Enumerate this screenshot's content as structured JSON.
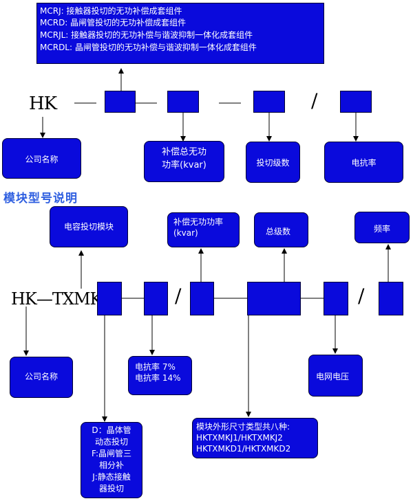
{
  "legend": {
    "lines": [
      "MCRJ:  接触器投切的无功补偿成套组件",
      "MCRD:  晶闸管投切的无功补偿成套组件",
      "MCRJL:  接触器投切的无功补偿与谐波抑制一体化成套组件",
      "MCRDL:  晶闸管投切的无功补偿与谐波抑制一体化成套组件"
    ]
  },
  "upper": {
    "prefix": "HK",
    "dash": "—",
    "slash": "/",
    "company_name": "公司名称",
    "compensation_power": "补偿总无功\n功率(kvar)",
    "switching_levels": "投切级数",
    "reactance_rate": "电抗率"
  },
  "section_title": "模块型号说明",
  "lower": {
    "prefix": "HK—TXMK",
    "slash": "/",
    "capacitor_module": "电容投切模块",
    "compensation_power": "补偿无功功率\n(kvar)",
    "total_levels": "总级数",
    "frequency": "频率",
    "company_name": "公司名称",
    "reactance_options": "电抗率 7%\n电抗率 14%",
    "grid_voltage": "电网电压",
    "switching_type": "D：晶体管\n动态投切\nF:晶闸管三\n相分补\nJ:静态接触\n器投切",
    "module_shapes": "模块外形尺寸类型共八种:\nHKTXMKJ1/HKTXMKJ2\nHKTXMKD1/HKTXMKD2"
  },
  "colors": {
    "box_fill": "#0a0adc",
    "title_blue": "#2f5fe0"
  }
}
